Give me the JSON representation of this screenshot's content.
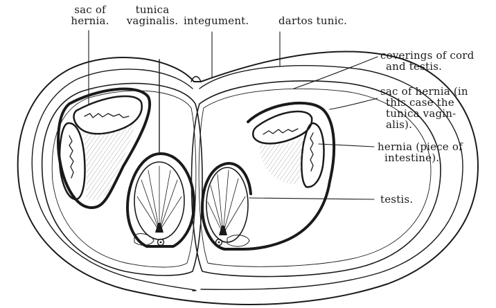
{
  "labels": {
    "sac_of_hernia_left": {
      "line1": "sac of",
      "line2": "hernia."
    },
    "tunica_vaginalis": {
      "line1": "tunica",
      "line2": "vaginalis."
    },
    "integument": "integument.",
    "dartos_tunic": "dartos tunic.",
    "coverings": {
      "line1": "coverings of cord",
      "line2": "and testis."
    },
    "sac_of_hernia_right": {
      "line1": "sac of hernia (in",
      "line2": "this case the",
      "line3": "tunica vagin-",
      "line4": "alis)."
    },
    "hernia_piece": {
      "line1": "hernia (piece of",
      "line2": "intestine)."
    },
    "testis": "testis."
  },
  "colors": {
    "ink": "#1a1a1a",
    "paper": "#ffffff",
    "shade": "#c9c9c9"
  }
}
